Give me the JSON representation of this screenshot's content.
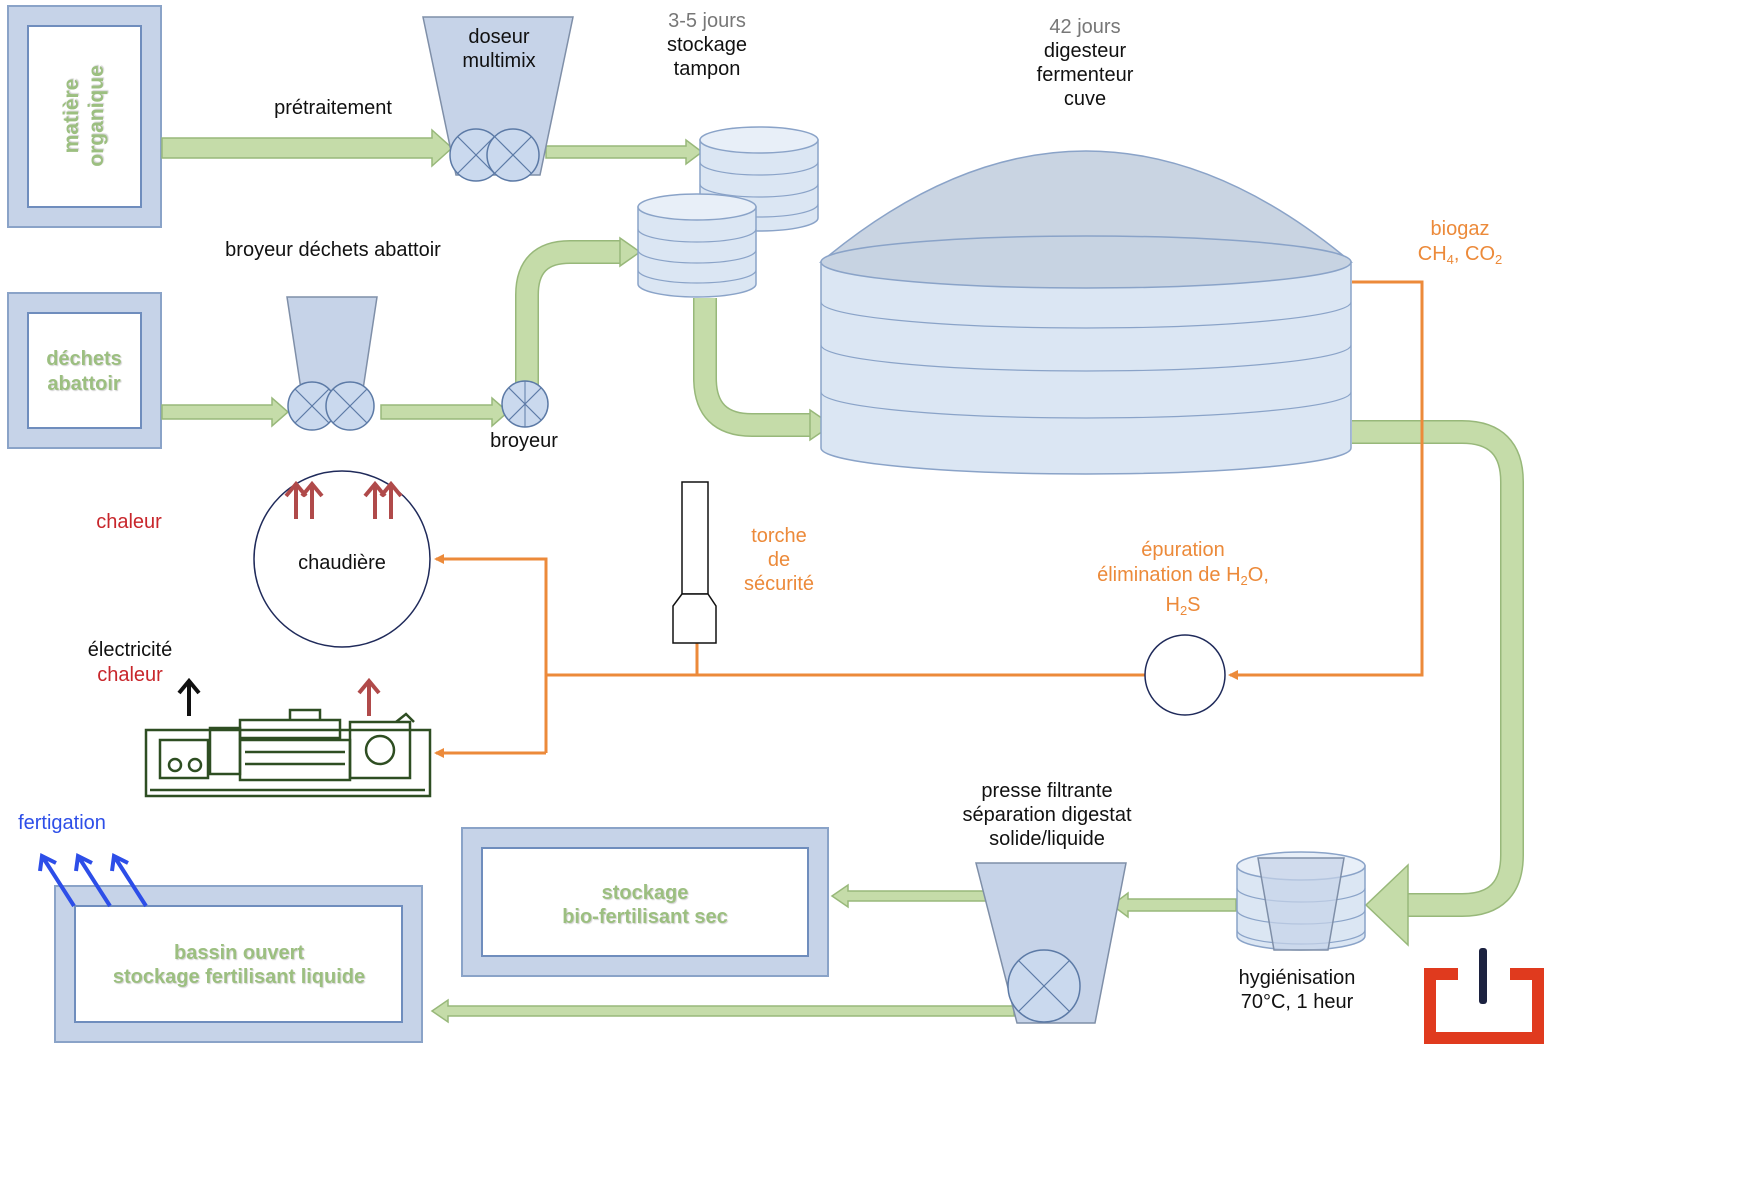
{
  "sources": {
    "organic": {
      "line1": "matière",
      "line2": "organique"
    },
    "abattoir": {
      "line1": "déchets",
      "line2": "abattoir"
    }
  },
  "steps": {
    "pretreatment": "prétraitement",
    "doser": {
      "line1": "doseur",
      "line2": "multimix"
    },
    "crusher_waste": "broyeur déchets abattoir",
    "crusher": "broyeur",
    "buffer": {
      "duration": "3-5 jours",
      "line1": "stockage",
      "line2": "tampon"
    },
    "digester": {
      "duration": "42 jours",
      "line1": "digesteur",
      "line2": "fermenteur",
      "line3": "cuve"
    },
    "biogas": {
      "line1": "biogaz",
      "ch4_prefix": "CH",
      "ch4_sub": "4",
      "co2_prefix": ", CO",
      "co2_sub": "2"
    },
    "purification": {
      "line1": "épuration",
      "line2_prefix": "élimination de H",
      "line2_sub": "2",
      "line2_suffix": "O,",
      "line3_prefix": "H",
      "line3_sub": "2",
      "line3_suffix": "S"
    },
    "flare": {
      "line1": "torche",
      "line2": "de",
      "line3": "sécurité"
    },
    "boiler": "chaudière",
    "heat_top": "chaleur",
    "electricity": "électricité",
    "heat_bottom": "chaleur",
    "fertigation": "fertigation",
    "press": {
      "line1": "presse filtrante",
      "line2": "séparation digestat",
      "line3": "solide/liquide"
    },
    "hygienisation": {
      "line1": "hygiénisation",
      "line2": "70°C, 1 heur"
    },
    "dry_storage": {
      "line1": "stockage",
      "line2": "bio-fertilisant sec"
    },
    "liquid_storage": {
      "line1": "bassin ouvert",
      "line2": "stockage fertilisant liquide"
    }
  },
  "colors": {
    "flow_green": "#c5dca9",
    "tank_blue": "#dbe6f3",
    "box_blue": "#c6d3e8",
    "gas_orange": "#ec8a3a",
    "heat_red": "#b04a4a",
    "logo_red": "#e03a1e"
  },
  "icons": [
    "mixer-icon",
    "crusher-icon",
    "boiler-icon",
    "generator-icon",
    "flare-icon",
    "logo-icon"
  ]
}
